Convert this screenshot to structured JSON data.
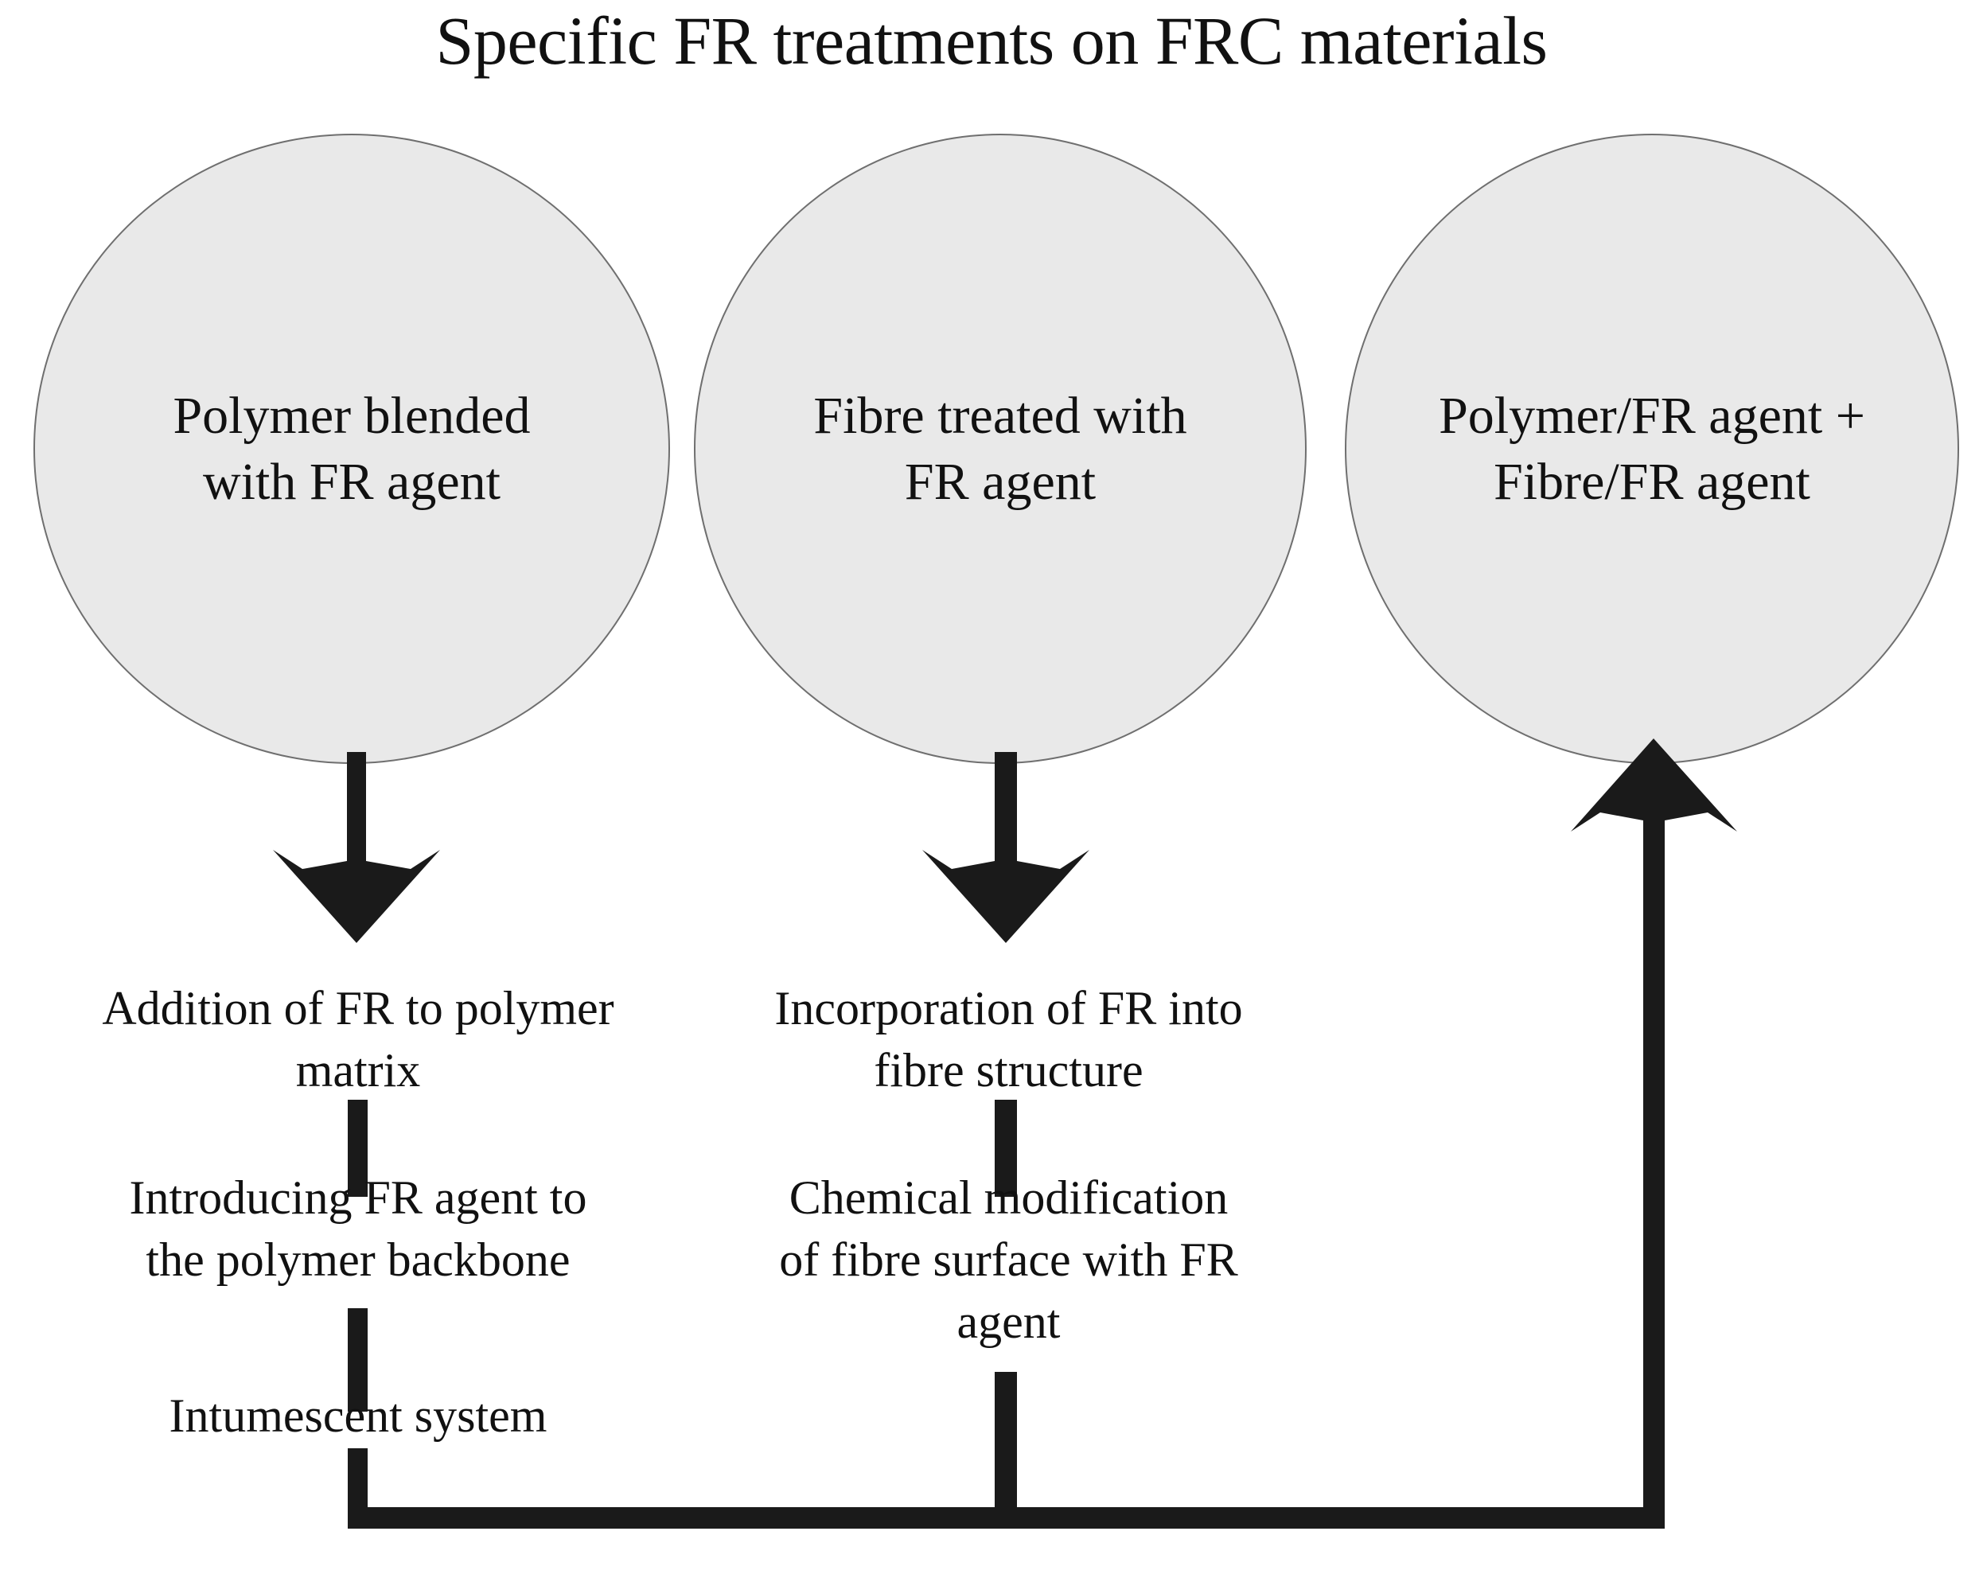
{
  "title": "Specific FR treatments on FRC materials",
  "nodes": [
    {
      "id": "polymer-blended",
      "label": "Polymer blended\nwith FR agent"
    },
    {
      "id": "fibre-treated",
      "label": "Fibre treated with\nFR agent"
    },
    {
      "id": "combined",
      "label": "Polymer/FR agent +\nFibre/FR agent"
    }
  ],
  "columns": {
    "left": {
      "steps": [
        "Addition of FR to polymer\nmatrix",
        "Introducing FR agent to\nthe polymer backbone",
        "Intumescent system"
      ]
    },
    "middle": {
      "steps": [
        "Incorporation of FR into\nfibre structure",
        "Chemical modification\nof fibre surface with FR\nagent"
      ]
    }
  },
  "connectors": {
    "left_arrow": "arrow-down",
    "middle_arrow": "arrow-down",
    "right_arrow": "arrow-up",
    "bottom_bus": "horizontal-join-line"
  },
  "colors": {
    "circle_fill": "#e9e9e9",
    "circle_stroke": "#6f6f6f",
    "connector": "#1a1a1a",
    "text": "#111111",
    "background": "#ffffff"
  }
}
